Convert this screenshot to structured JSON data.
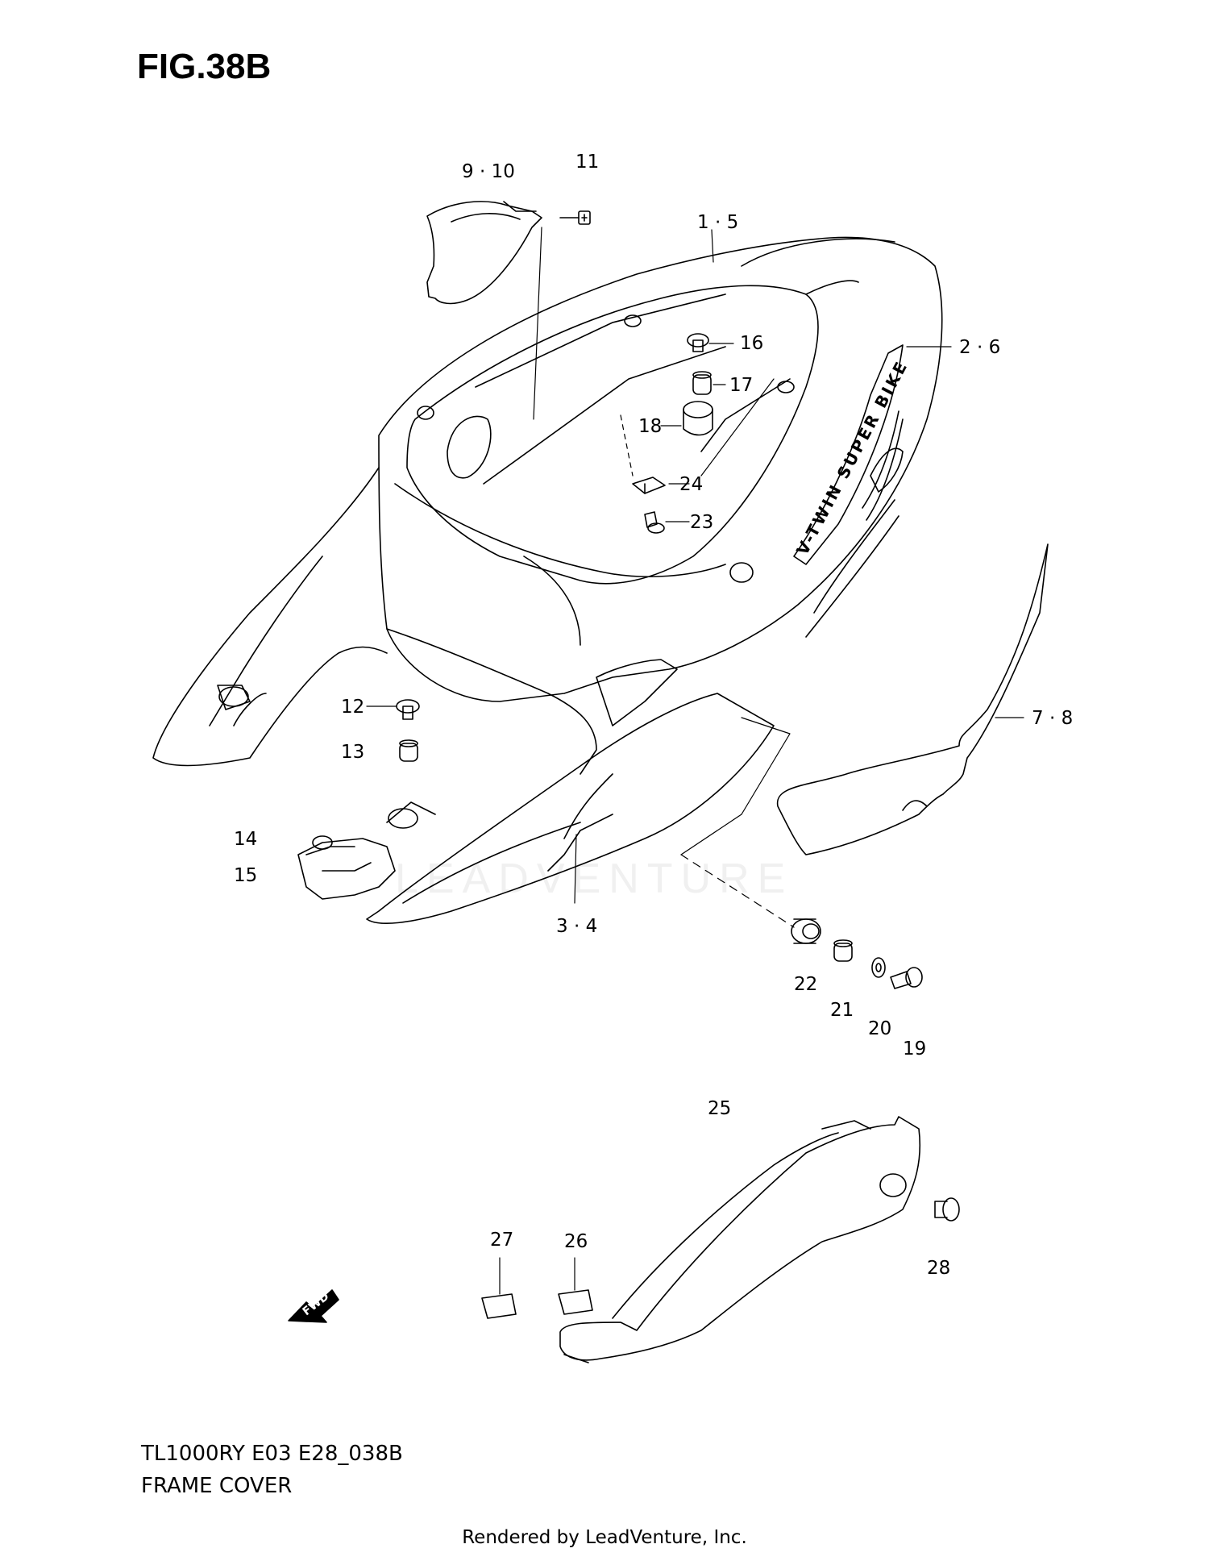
{
  "figure": {
    "title": "FIG.38B",
    "code": "TL1000RY E03 E28_038B",
    "name": "FRAME COVER",
    "footer": "Rendered by LeadVenture, Inc.",
    "watermark": "LEADVENTURE",
    "decal_text": "V-TWIN SUPER BIKE",
    "fwd_label": "FWD"
  },
  "callouts": [
    {
      "id": "c-9-10",
      "label": "9 · 10"
    },
    {
      "id": "c-11",
      "label": "11"
    },
    {
      "id": "c-1-5",
      "label": "1 · 5"
    },
    {
      "id": "c-16",
      "label": "16"
    },
    {
      "id": "c-2-6",
      "label": "2 · 6"
    },
    {
      "id": "c-17",
      "label": "17"
    },
    {
      "id": "c-18",
      "label": "18"
    },
    {
      "id": "c-24",
      "label": "24"
    },
    {
      "id": "c-23",
      "label": "23"
    },
    {
      "id": "c-7-8",
      "label": "7 · 8"
    },
    {
      "id": "c-12",
      "label": "12"
    },
    {
      "id": "c-13",
      "label": "13"
    },
    {
      "id": "c-14",
      "label": "14"
    },
    {
      "id": "c-15",
      "label": "15"
    },
    {
      "id": "c-3-4",
      "label": "3 · 4"
    },
    {
      "id": "c-22",
      "label": "22"
    },
    {
      "id": "c-21",
      "label": "21"
    },
    {
      "id": "c-20",
      "label": "20"
    },
    {
      "id": "c-19",
      "label": "19"
    },
    {
      "id": "c-25",
      "label": "25"
    },
    {
      "id": "c-27",
      "label": "27"
    },
    {
      "id": "c-26",
      "label": "26"
    },
    {
      "id": "c-28",
      "label": "28"
    }
  ]
}
